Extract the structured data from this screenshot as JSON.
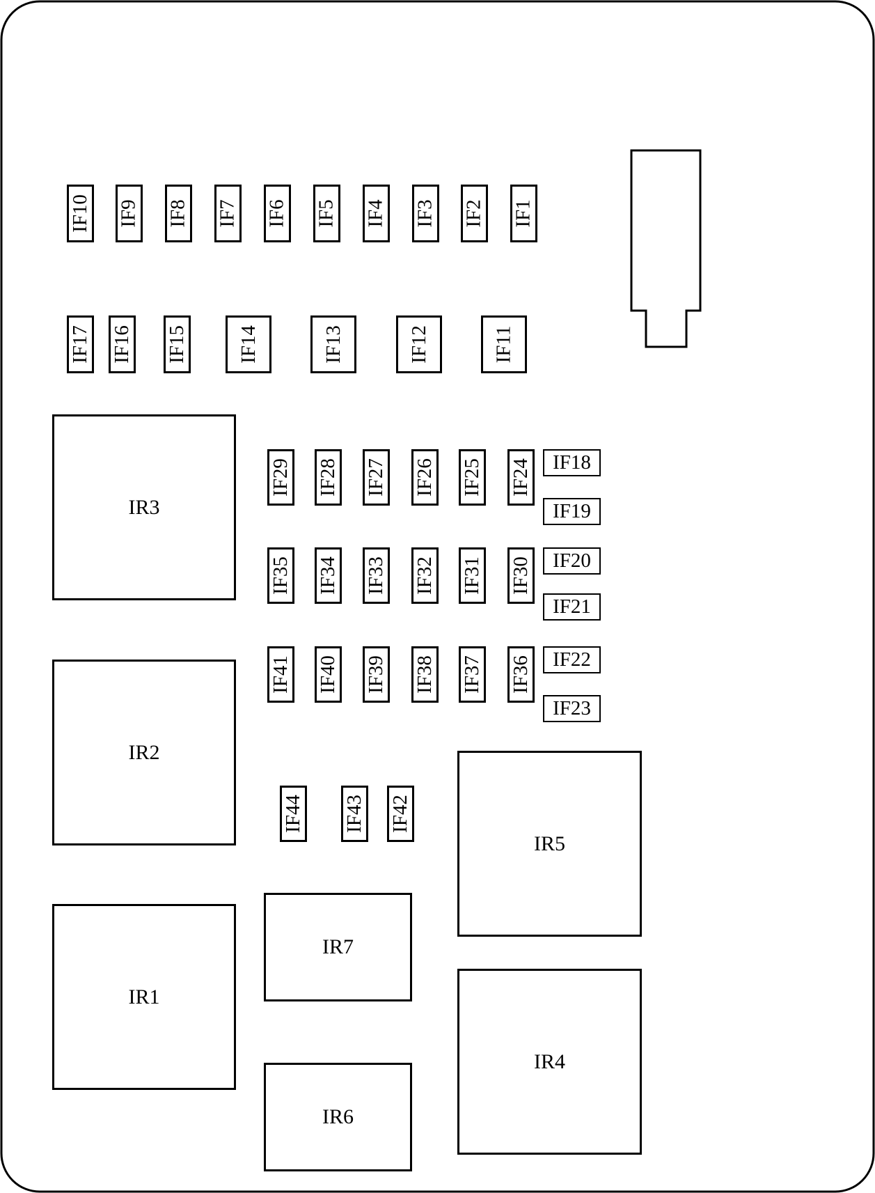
{
  "diagram": {
    "fuses_row_top": [
      "IF10",
      "IF9",
      "IF8",
      "IF7",
      "IF6",
      "IF5",
      "IF4",
      "IF3",
      "IF2",
      "IF1"
    ],
    "fuses_row_second": [
      "IF17",
      "IF16",
      "IF15",
      "IF14",
      "IF13",
      "IF12",
      "IF11"
    ],
    "fuses_grid_row_1": [
      "IF29",
      "IF28",
      "IF27",
      "IF26",
      "IF25",
      "IF24"
    ],
    "fuses_grid_row_2": [
      "IF35",
      "IF34",
      "IF33",
      "IF32",
      "IF31",
      "IF30"
    ],
    "fuses_grid_row_3": [
      "IF41",
      "IF40",
      "IF39",
      "IF38",
      "IF37",
      "IF36"
    ],
    "fuses_side": [
      "IF18",
      "IF19",
      "IF20",
      "IF21",
      "IF22",
      "IF23"
    ],
    "fuses_bottom": [
      "IF44",
      "IF43",
      "IF42"
    ],
    "relays": [
      "IR1",
      "IR2",
      "IR3",
      "IR4",
      "IR5",
      "IR6",
      "IR7"
    ]
  }
}
